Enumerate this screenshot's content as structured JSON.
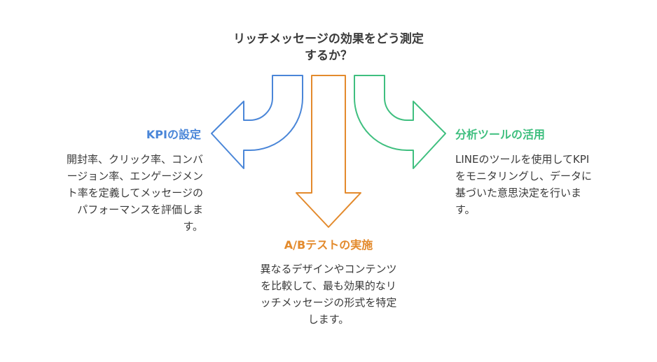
{
  "title": "リッチメッセージの効果をどう測定\nするか？",
  "colors": {
    "left": "#4a86d8",
    "center": "#e38a2c",
    "right": "#3fbf7f",
    "text": "#3a3a3a"
  },
  "branches": {
    "left": {
      "heading": "KPIの設定",
      "body": "開封率、クリック率、コンバ\nージョン率、エンゲージメン\nト率を定義してメッセージの\nパフォーマンスを評価しま\nす。"
    },
    "center": {
      "heading": "A/Bテストの実施",
      "body": "異なるデザインやコンテンツ\nを比較して、最も効果的なリ\nッチメッセージの形式を特定\nします。"
    },
    "right": {
      "heading": "分析ツールの活用",
      "body": "LINEのツールを使用してKPI\nをモニタリングし、データに\n基づいた意思決定を行いま\nす。"
    }
  }
}
